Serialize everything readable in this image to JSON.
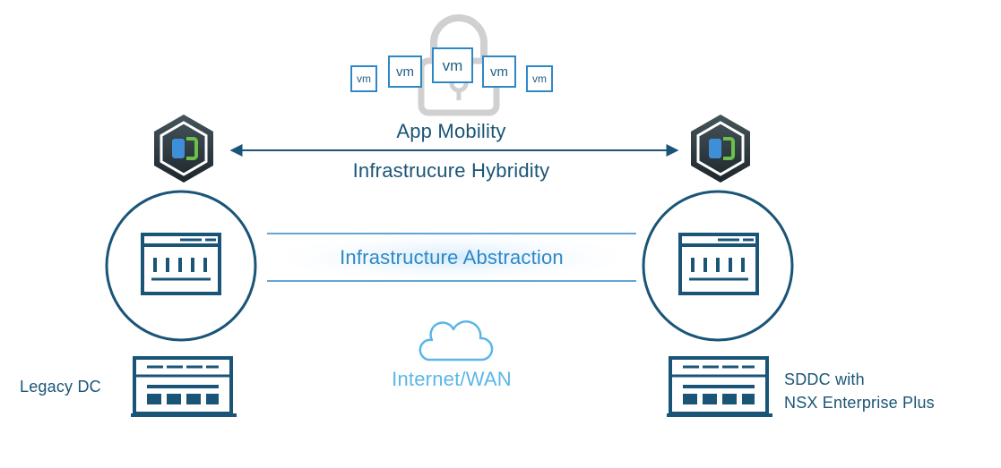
{
  "vms": [
    "vm",
    "vm",
    "vm",
    "vm",
    "vm"
  ],
  "app_mobility": "App Mobility",
  "infra_hybridity": "Infrastrucure Hybridity",
  "infra_abstraction": "Infrastructure Abstraction",
  "internet_wan": "Internet/WAN",
  "left_site": {
    "label": "Legacy DC"
  },
  "right_site": {
    "label_line1": "SDDC with",
    "label_line2": "NSX Enterprise Plus"
  },
  "icons": [
    "lock-icon",
    "hcx-logo-icon",
    "datacenter-icon",
    "building-icon",
    "cloud-icon",
    "double-arrow-icon"
  ],
  "colors": {
    "primary": "#1a5577",
    "accent": "#2f88c6",
    "light_accent": "#5ab7e6",
    "lock_gray": "#d0d0d0",
    "hex_dark": "#1f2b30",
    "logo_blue": "#3f8fd8",
    "logo_green": "#6cc04a"
  }
}
